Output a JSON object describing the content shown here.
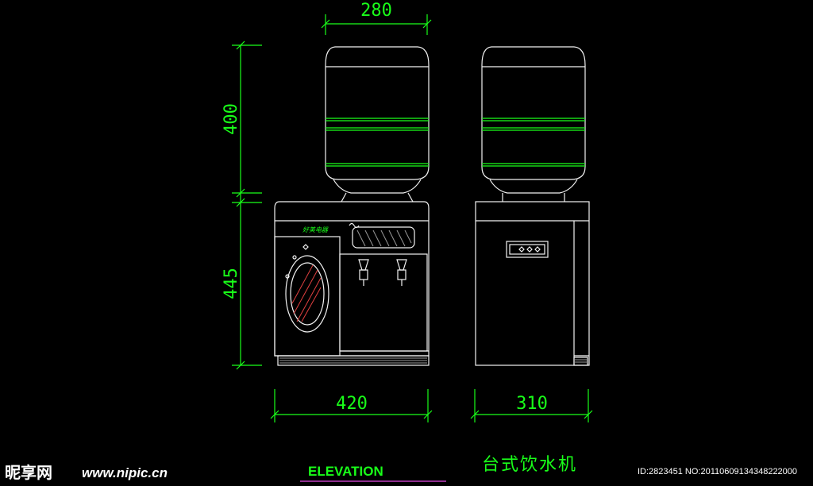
{
  "dimensions": {
    "bottle_width": "280",
    "bottle_height": "400",
    "body_height": "445",
    "front_width": "420",
    "side_width": "310"
  },
  "labels": {
    "elevation": "ELEVATION",
    "title": "台式饮水机",
    "brand": "好美电器"
  },
  "watermark": {
    "logo": "昵享网",
    "url": "www.nipic.cn",
    "id": "ID:2823451 NO:20110609134348222000"
  },
  "colors": {
    "dimension": "#19ff19",
    "outline": "#f2f2f2",
    "background": "#000000",
    "underline": "#c040c0"
  }
}
